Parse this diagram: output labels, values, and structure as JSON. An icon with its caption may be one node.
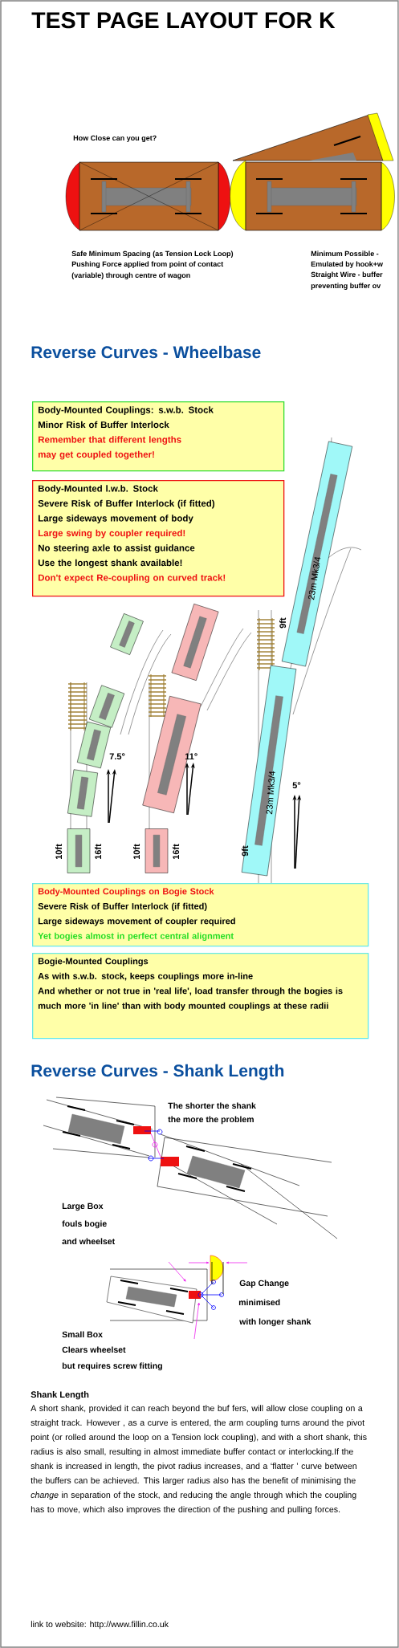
{
  "diagram": {
    "title": "TEST PAGE LAYOUT FOR K",
    "nodes": [
      {
        "text": [
          "Body-Mounted Couplings: s.w.b. Stock",
          "Minor Risk of Buffer Interlock",
          "Remember that different lengths",
          "may get coupled together!"
        ]
      },
      {
        "text": [
          "Body-Mounted l.w.b. Stock",
          "Severe Risk of Buffer Interlock (if fitted)",
          "Large sideways movement of body",
          "Large swing by coupler required!",
          "No steering axle to assist guidance",
          "Use the longest shank available!",
          "Don't expect Re-coupling on curved track!"
        ]
      },
      {
        "text": [
          "Body-Mounted Couplings on Bogie Stock",
          "Severe Risk of Buffer Interlock (if fitted)",
          "Large sideways movement of coupler required",
          "Yet bogies almost in perfect central alignment"
        ]
      },
      {
        "text": [
          "Bogie-Mounted Couplings",
          "As with s.w.b. stock, keeps couplings more in-line",
          "And whether or not true in 'real life',  load transfer through the bogies is much more 'in line' than with body mounted couplings at these radii"
        ]
      }
    ],
    "labels": [
      "How Close can you get?",
      "Safe  Minimum Spacing (as Tension Lock Loop)",
      "Pushing Force applied from point of contact",
      "(variable) through centre of wagon",
      "Minimum Possible -",
      "Emulated by hook+w",
      "Straight Wire - buffer",
      "preventing buffer ov",
      "Reverse Curves - Wheelbase",
      "23m Mk3/4",
      "9ft",
      "7.5°",
      "11°",
      "5°",
      "23m Mk3/4",
      "10ft",
      "16ft",
      "10ft",
      "16ft",
      "9ft",
      "Reverse Curves - Shank Length",
      "The shorter the shank",
      "the more the problem",
      "Large Box",
      "fouls bogie",
      "and wheelset",
      "Gap Change",
      "minimised",
      "with longer shank",
      "Small Box",
      "Clears wheelset",
      "but requires screw fitting",
      "Shank Length",
      "A short shank, provided it can reach beyond the buf fers, will allow close coupling on a straight track. However , as a curve is entered, the arm coupling turns around the pivot point (or rolled around the loop on a Tension lock coupling), and with a short shank, this radius is also small, resulting in almost immediate buffer contact or interlocking.If the shank is increased in length, the pivot radius increases, and a ‘flatter ’ curve between the buffers can be achieved. This larger radius also has the benefit of minimising the *change* in separation of the stock, and reducing the angle through which the coupling has to move, which also improves the direction of the pushing and pulling forces.",
      "link to website: http://www.fillin.co.uk"
    ]
  }
}
